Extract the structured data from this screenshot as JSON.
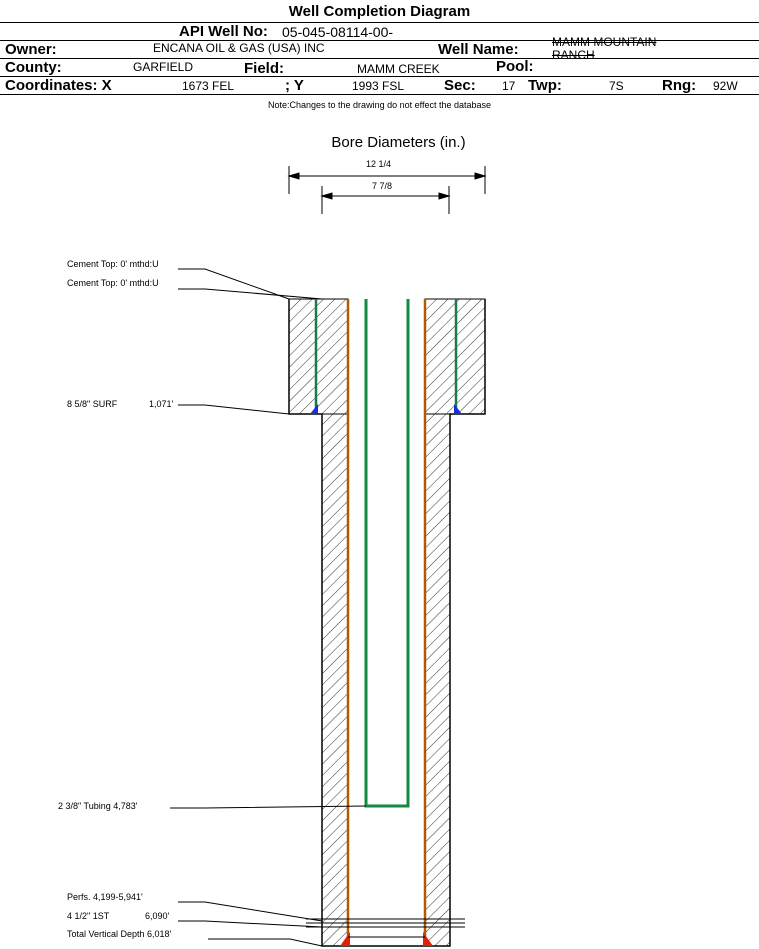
{
  "header": {
    "title": "Well Completion Diagram",
    "api_label": "API Well No:",
    "api_value": "05-045-08114-00-",
    "owner_label": "Owner:",
    "owner_value": "ENCANA OIL & GAS (USA) INC",
    "well_name_label": "Well Name:",
    "well_name_line1": "MAMM MOUNTAIN",
    "well_name_line2": "RANCH",
    "county_label": "County:",
    "county_value": "GARFIELD",
    "field_label": "Field:",
    "field_value": "MAMM CREEK",
    "pool_label": "Pool:",
    "pool_value": "",
    "coords_label": "Coordinates: X",
    "x_value": "1673 FEL",
    "y_label": "; Y",
    "y_value": "1993 FSL",
    "sec_label": "Sec:",
    "sec_value": "17",
    "twp_label": "Twp:",
    "twp_value": "7S",
    "rng_label": "Rng:",
    "rng_value": "92W",
    "note": "Note:Changes to the drawing do not effect the database"
  },
  "bore": {
    "title": "Bore Diameters (in.)",
    "diameters": [
      "12 1/4",
      "7 7/8"
    ]
  },
  "annotations": {
    "cement_top_1": "Cement Top: 0' mthd:U",
    "cement_top_2": "Cement Top: 0' mthd:U",
    "surf_casing": "8 5/8\" SURF",
    "surf_depth": "1,071'",
    "tubing": "2 3/8\" Tubing 4,783'",
    "perfs": "Perfs. 4,199-5,941'",
    "prod_casing": "4 1/2\" 1ST",
    "prod_depth": "6,090'",
    "tvd": "Total Vertical Depth 6,018'"
  },
  "colors": {
    "surface_casing": "#1a7a4a",
    "production_casing": "#b35a00",
    "tubing": "#138a43",
    "surf_shoe": "#1a2fd6",
    "prod_shoe": "#e02000"
  }
}
